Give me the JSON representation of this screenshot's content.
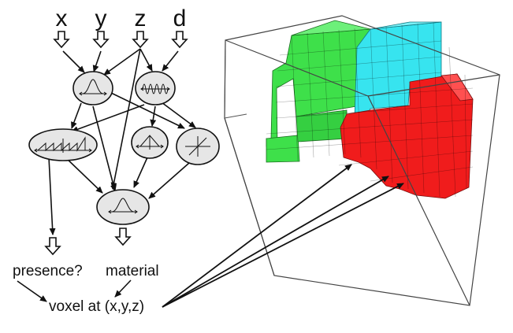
{
  "inputs": {
    "x": "x",
    "y": "y",
    "z": "z",
    "d": "d"
  },
  "nodes": [
    {
      "id": "gaussian-top",
      "glyph": "gaussian-icon"
    },
    {
      "id": "sine",
      "glyph": "sine-wave-icon"
    },
    {
      "id": "sawtooth",
      "glyph": "sawtooth-icon"
    },
    {
      "id": "triangle",
      "glyph": "triangle-icon"
    },
    {
      "id": "linear",
      "glyph": "linear-icon"
    },
    {
      "id": "gaussian-out",
      "glyph": "gaussian-icon"
    }
  ],
  "outputs": {
    "presence": "presence?",
    "material": "material",
    "voxel": "voxel at (x,y,z)"
  },
  "colors": {
    "green": "#3ee04a",
    "cyan": "#37e4ef",
    "red": "#f01c1c",
    "box_edge": "#444444",
    "ink": "#111111"
  }
}
